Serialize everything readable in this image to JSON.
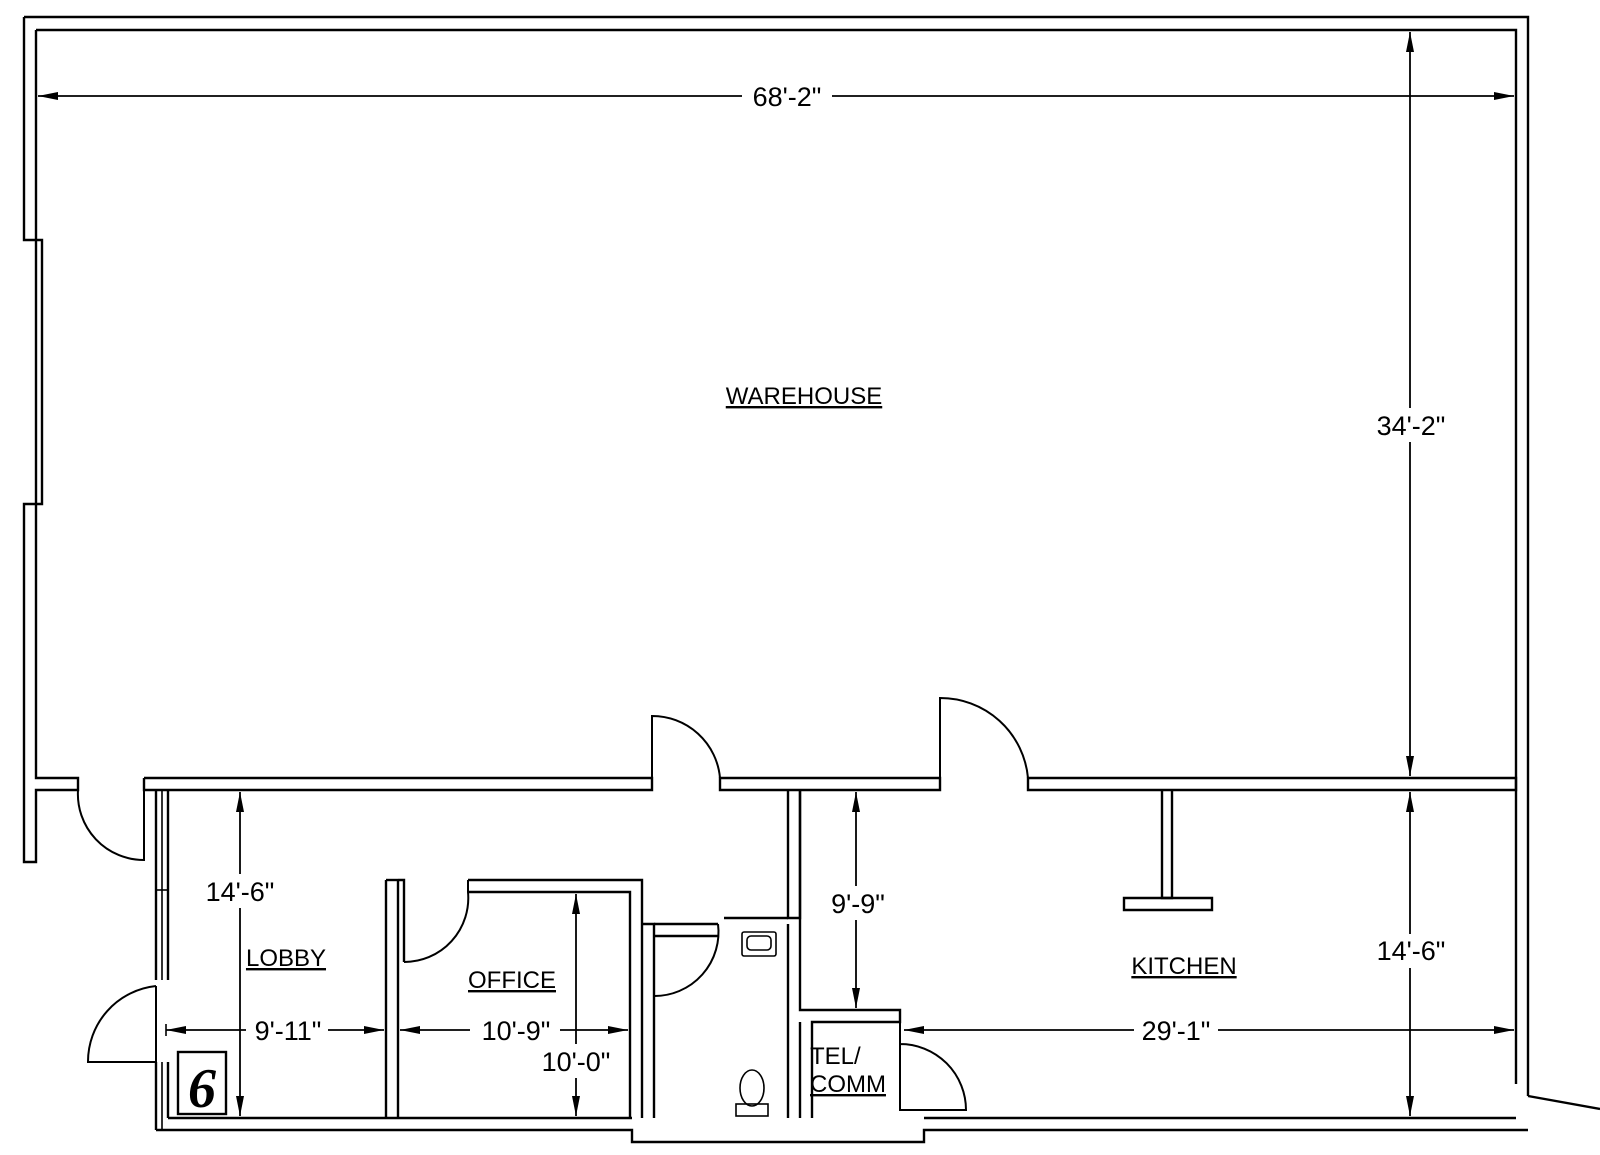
{
  "plan": {
    "unit_number": "6",
    "rooms": {
      "warehouse": "WAREHOUSE",
      "lobby": "LOBBY",
      "office": "OFFICE",
      "kitchen": "KITCHEN",
      "tel_line1": "TEL/",
      "tel_line2": "COMM"
    },
    "dimensions": {
      "warehouse_width": "68'-2\"",
      "warehouse_depth": "34'-2\"",
      "lobby_depth": "14'-6\"",
      "lobby_width": "9'-11\"",
      "office_width": "10'-9\"",
      "office_depth": "10'-0\"",
      "hall_depth": "9'-9\"",
      "kitchen_width": "29'-1\"",
      "kitchen_depth": "14'-6\""
    }
  }
}
